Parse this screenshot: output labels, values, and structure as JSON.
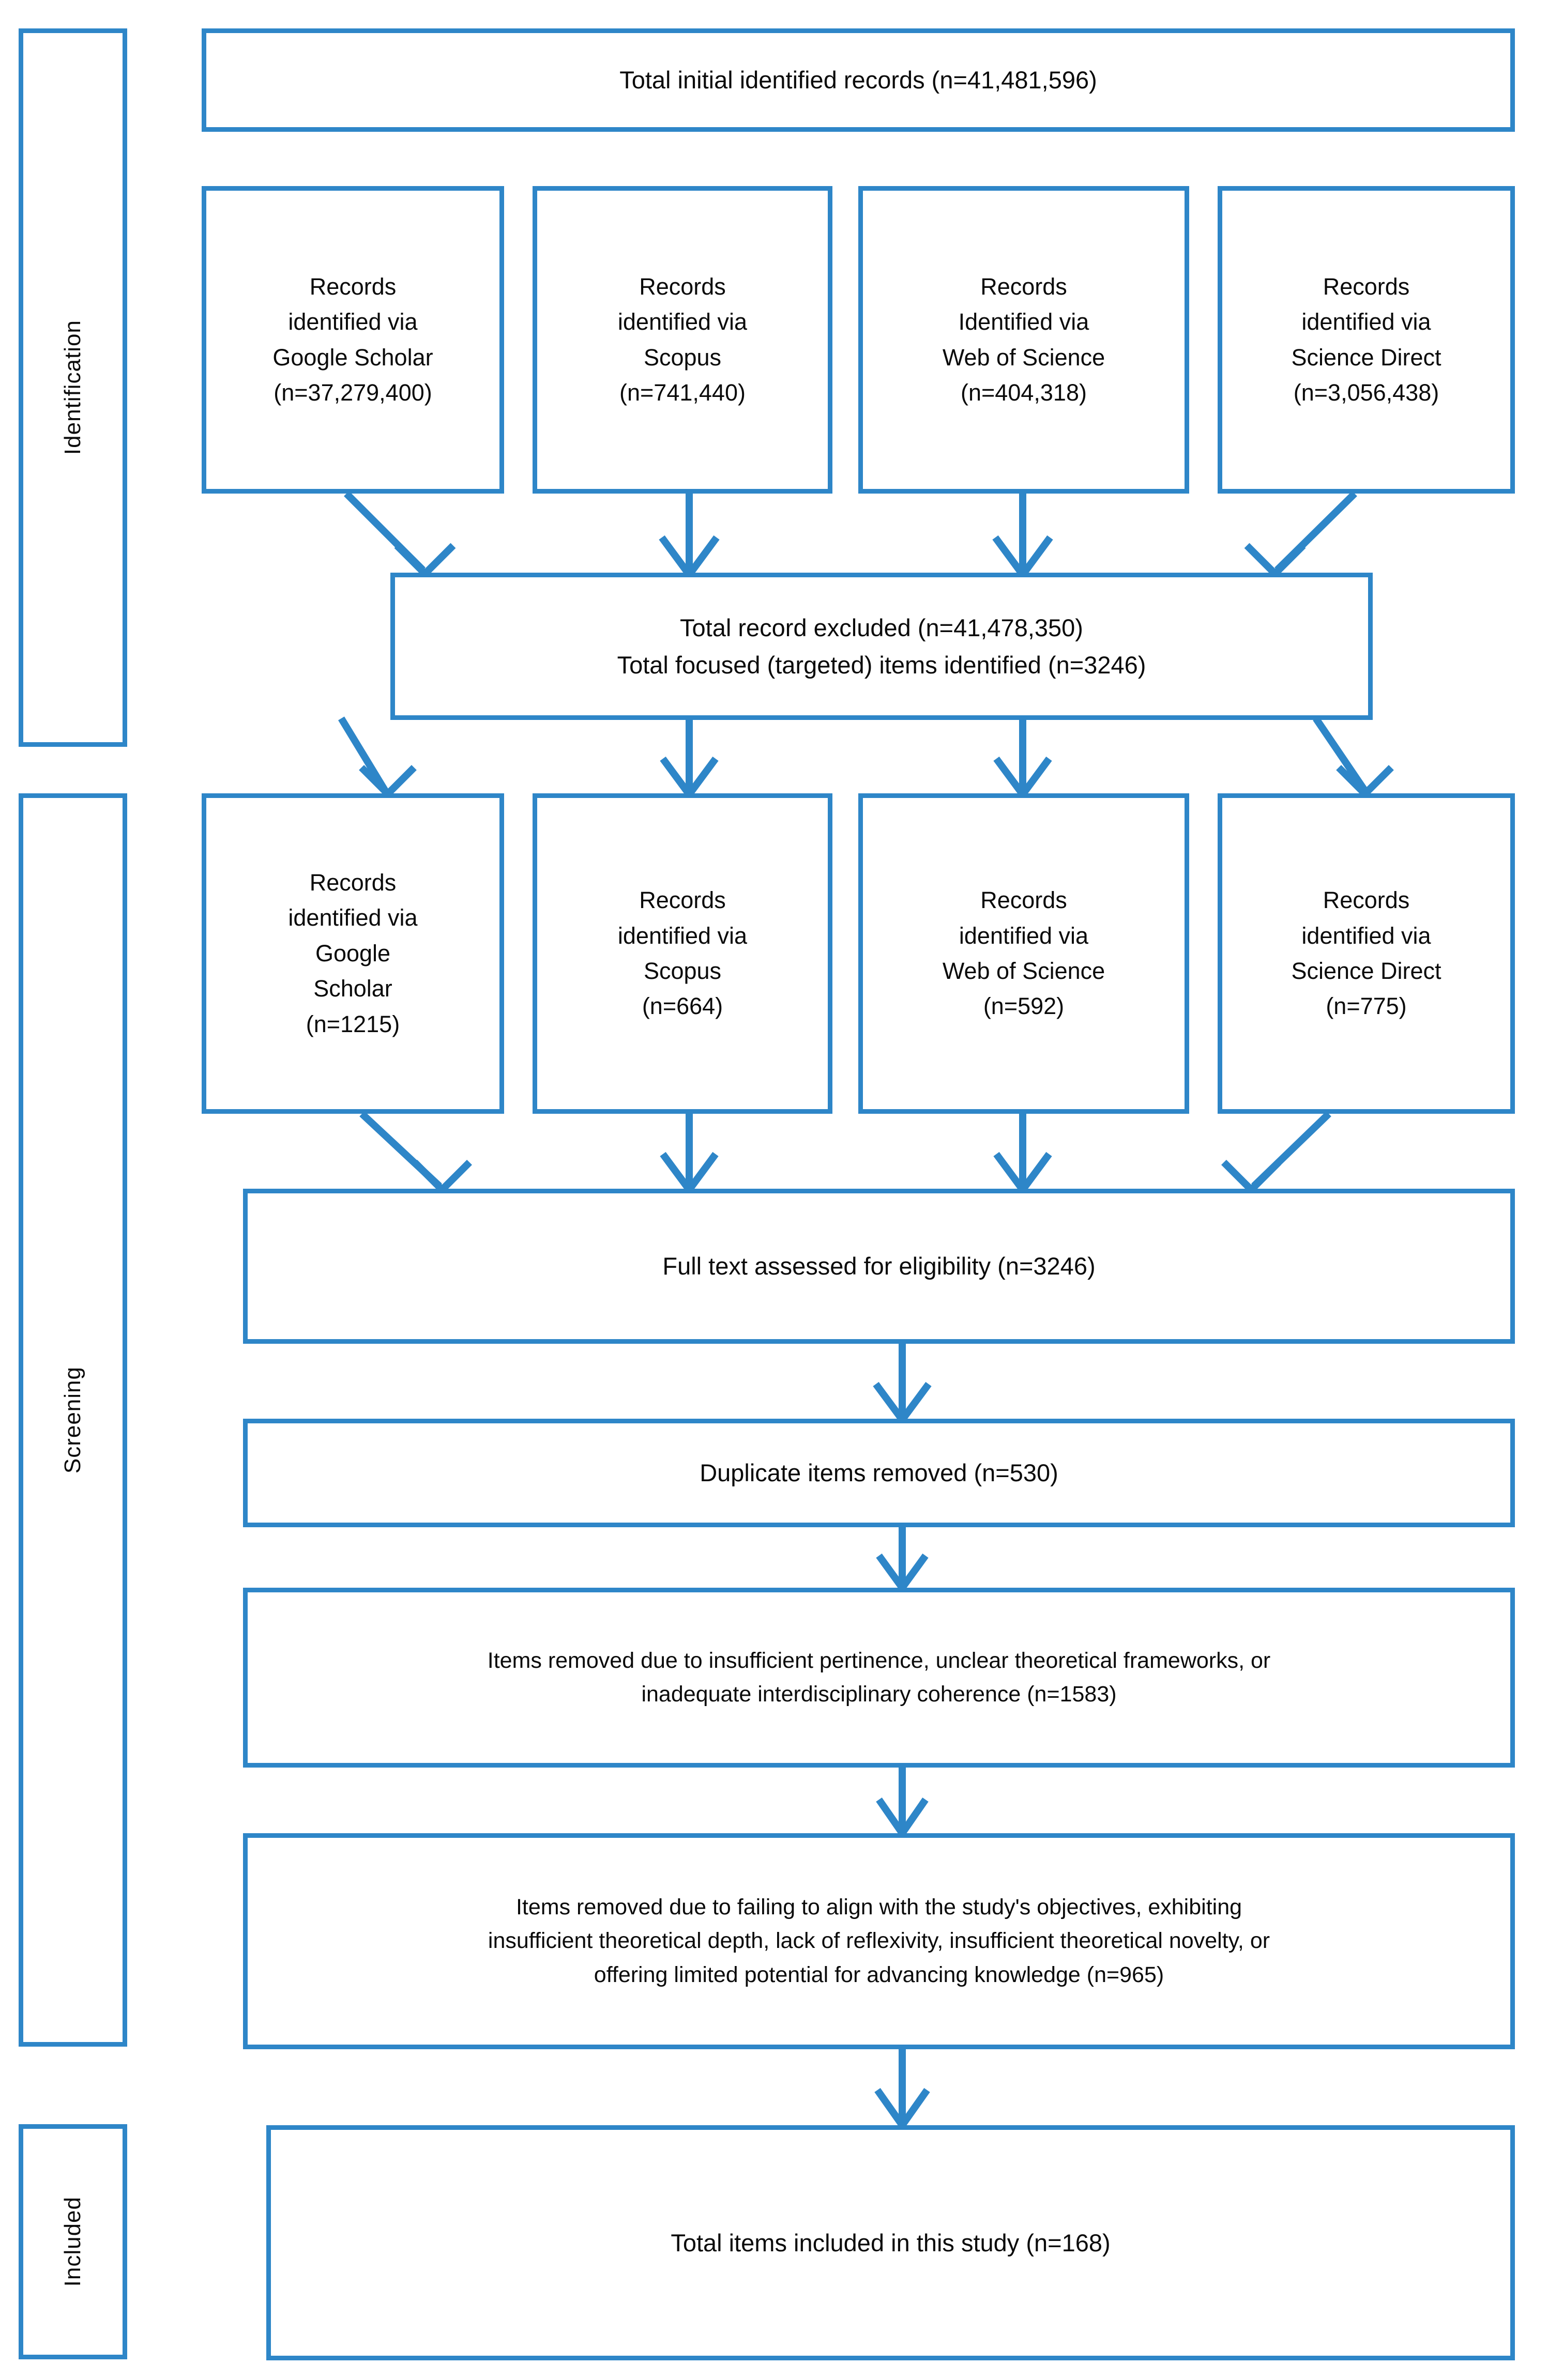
{
  "diagram": {
    "type": "prisma-flow-diagram",
    "accent_color": "#2e86c8",
    "background_color": "#ffffff",
    "text_color": "#0a0a0a"
  },
  "stages": [
    {
      "id": "identification",
      "label": "Identification"
    },
    {
      "id": "screening",
      "label": "Screening"
    },
    {
      "id": "included",
      "label": "Included"
    }
  ],
  "nodes": {
    "total_initial": "Total initial identified records (n=41,481,596)",
    "sources_initial": [
      "Records\nidentified via\nGoogle Scholar\n(n=37,279,400)",
      "Records\nidentified via\nScopus\n(n=741,440)",
      "Records\nIdentified via\nWeb of Science\n(n=404,318)",
      "Records\nidentified via\nScience Direct\n(n=3,056,438)"
    ],
    "total_excluded": "Total record excluded (n=41,478,350)\nTotal focused (targeted) items identified (n=3246)",
    "sources_screened": [
      "Records\nidentified via\nGoogle\nScholar\n(n=1215)",
      "Records\nidentified via\nScopus\n(n=664)",
      "Records\nidentified via\nWeb of Science\n(n=592)",
      "Records\nidentified via\nScience Direct\n(n=775)"
    ],
    "full_text": "Full text assessed for eligibility (n=3246)",
    "duplicates": "Duplicate items removed (n=530)",
    "removed_pertinence": "Items removed due to insufficient pertinence, unclear theoretical frameworks, or\ninadequate interdisciplinary coherence (n=1583)",
    "removed_objectives": "Items removed due to failing to align with the study's objectives, exhibiting\ninsufficient theoretical depth, lack of reflexivity, insufficient theoretical novelty, or\noffering limited potential for advancing knowledge (n=965)",
    "total_included": "Total items included in this study (n=168)"
  },
  "counts": {
    "total_initial_records": "41,481,596",
    "google_scholar_initial": "37,279,400",
    "scopus_initial": "741,440",
    "web_of_science_initial": "404,318",
    "science_direct_initial": "3,056,438",
    "records_excluded": "41,478,350",
    "focused_items": "3246",
    "google_scholar_screened": "1215",
    "scopus_screened": "664",
    "web_of_science_screened": "592",
    "science_direct_screened": "775",
    "full_text_assessed": "3246",
    "duplicates_removed": "530",
    "removed_pertinence": "1583",
    "removed_objectives": "965",
    "total_included": "168"
  }
}
